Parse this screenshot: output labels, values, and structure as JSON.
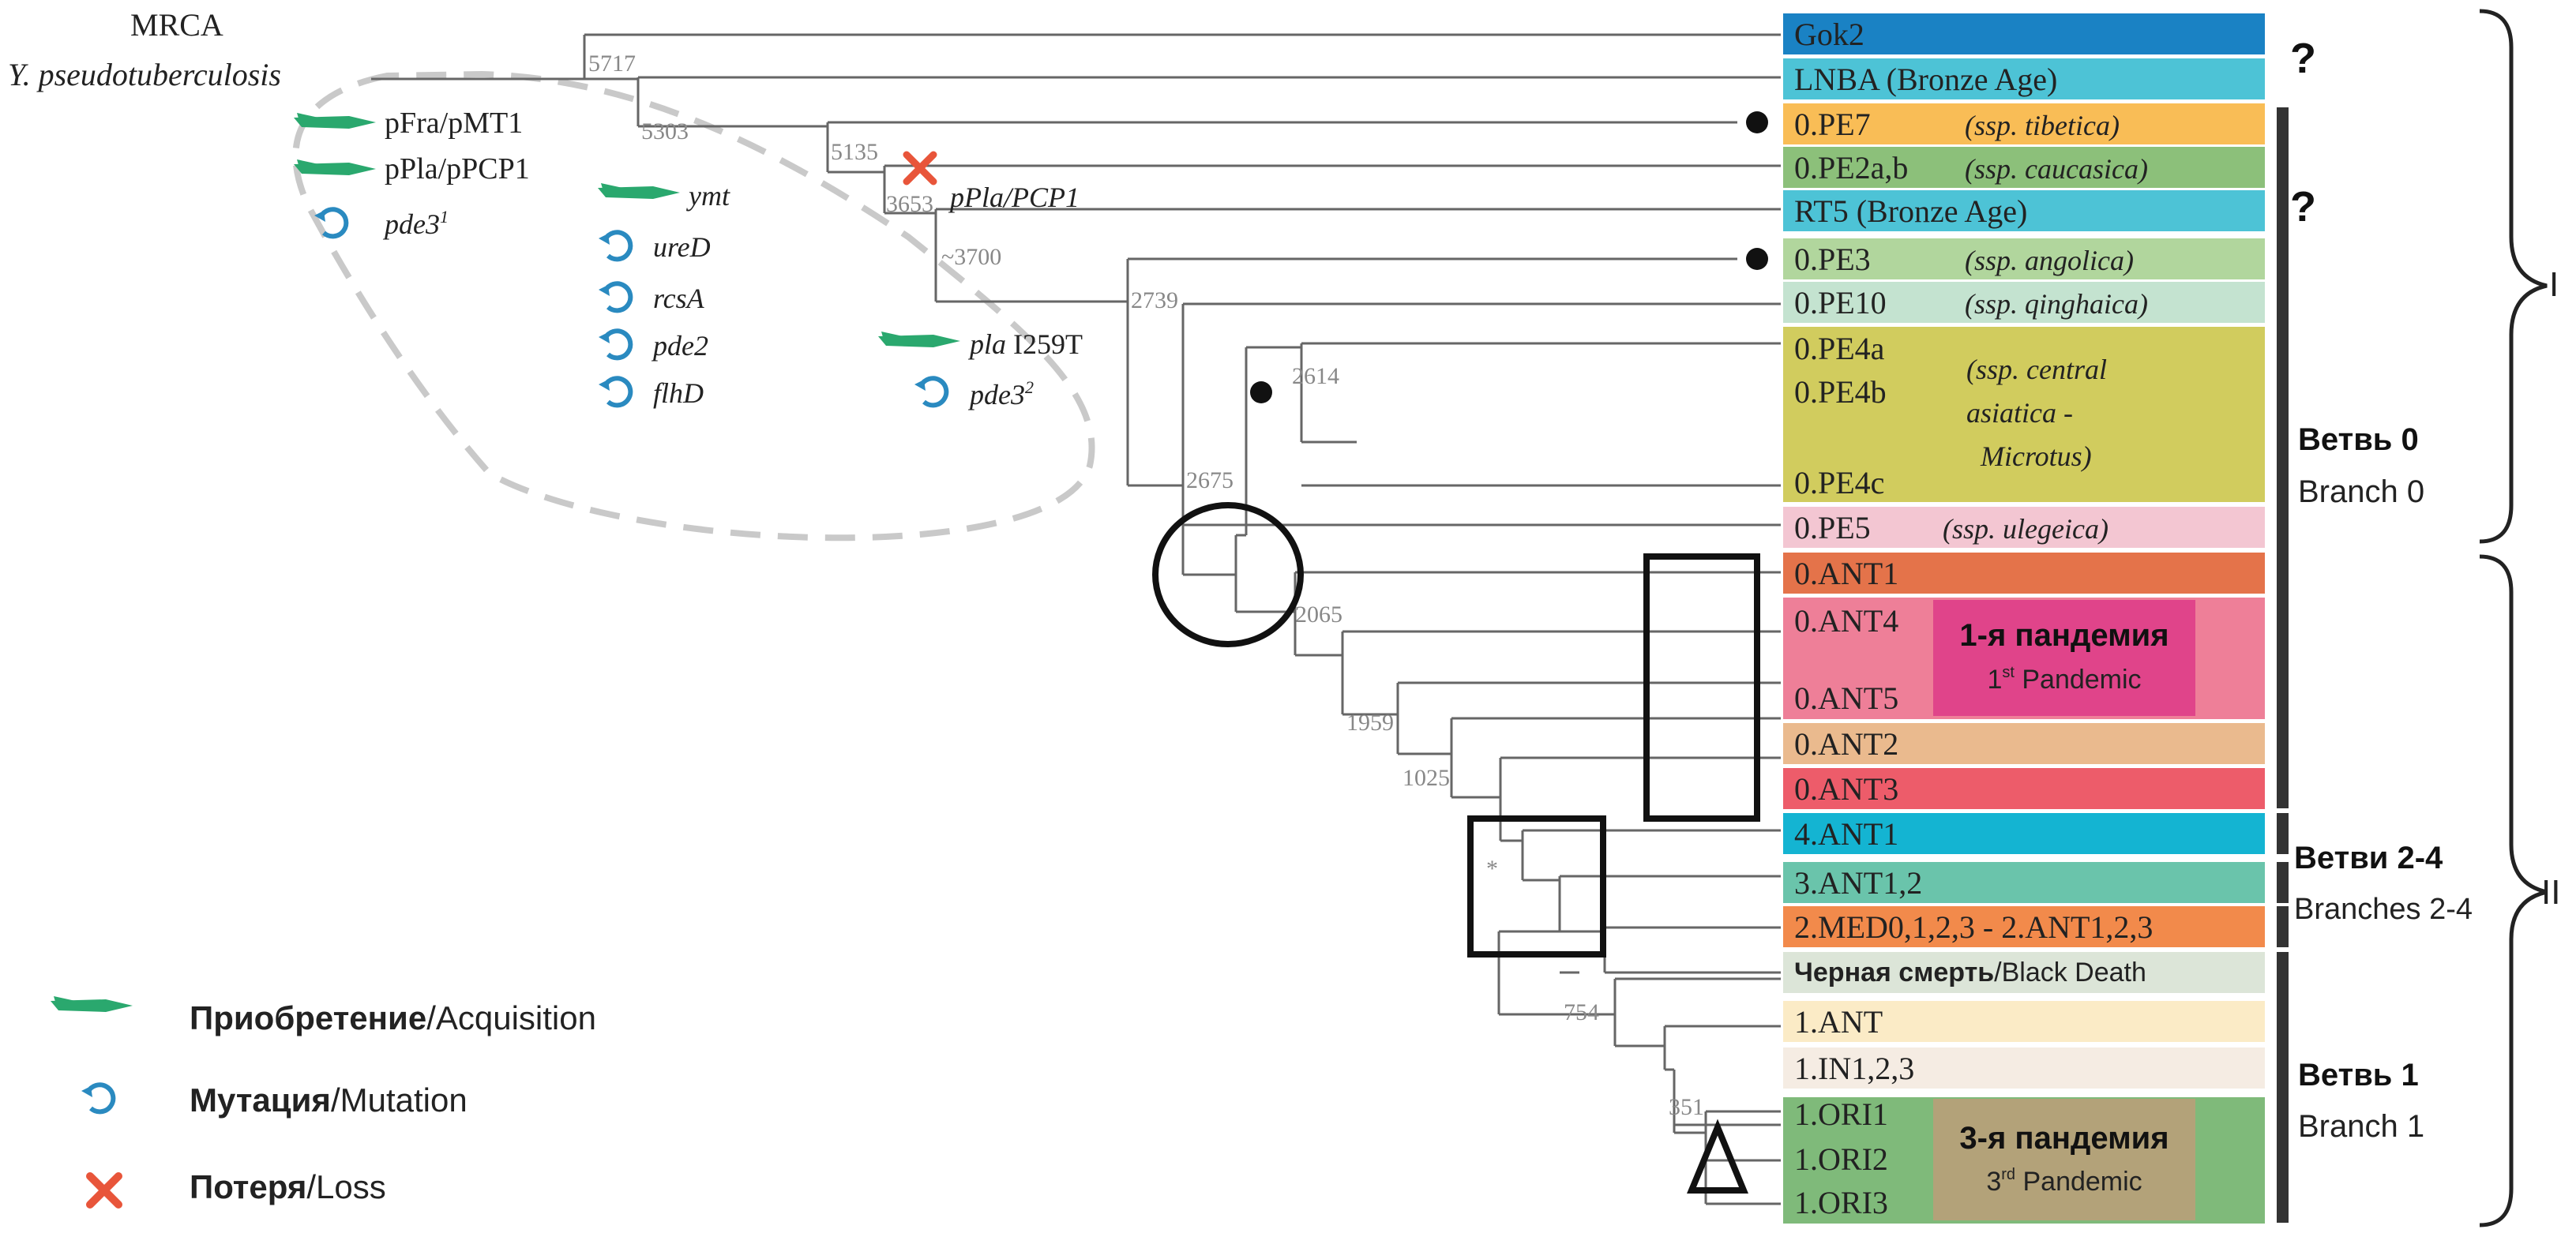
{
  "root": {
    "title": "MRCA",
    "subtitle": "Y. pseudotuberculosis"
  },
  "node_ages": {
    "n5717": "5717",
    "n5303": "5303",
    "n5135": "5135",
    "n3653": "3653",
    "n3700": "~3700",
    "n2739": "2739",
    "n2614": "2614",
    "n2675": "2675",
    "n2065": "2065",
    "n1959": "1959",
    "n1025": "1025",
    "star": "*",
    "n754": "754",
    "n351": "351"
  },
  "events": {
    "root": {
      "acq1": "pFra/pMT1",
      "acq2": "pPla/pPCP1",
      "mut1": "pde3",
      "mut1_sup": "1"
    },
    "node5303": {
      "acq": "ymt",
      "mutations": [
        "ureD",
        "rcsA",
        "pde2",
        "flhD"
      ]
    },
    "node3700": {
      "acq": "pla",
      "acq_suffix": "I259T",
      "mut": "pde3",
      "mut_sup": "2"
    },
    "loss": "pPla/PCP1"
  },
  "lineages": [
    {
      "name": "Gok2",
      "ssp": "",
      "color": "#1a82c4",
      "name_color": "#333333"
    },
    {
      "name": "LNBA (Bronze Age)",
      "ssp": "",
      "color": "#4dc3d6",
      "name_color": "#d9303a"
    },
    {
      "name": "0.PE7",
      "ssp": "(ssp. tibetica)",
      "color": "#f9bd56",
      "name_color": "#222222"
    },
    {
      "name": "0.PE2a,b",
      "ssp": "(ssp. caucasica)",
      "color": "#8cc07a",
      "name_color": "#222222"
    },
    {
      "name": "RT5 (Bronze Age)",
      "ssp": "",
      "color": "#4dc3d6",
      "name_color": "#d9303a"
    },
    {
      "name": "0.PE3",
      "ssp": "(ssp. angolica)",
      "color": "#b1d69d",
      "name_color": "#222222"
    },
    {
      "name": "0.PE10",
      "ssp": "(ssp. qinghaica)",
      "color": "#c4e3d0",
      "name_color": "#222222"
    },
    {
      "name": "0.PE4a",
      "ssp": "",
      "color": "#d1cc5e",
      "name_color": "#222222"
    },
    {
      "name": "0.PE4b",
      "ssp": "",
      "color": "",
      "name_color": "#222222"
    },
    {
      "name": "0.PE4c",
      "ssp": "",
      "color": "",
      "name_color": "#222222"
    },
    {
      "name": "0.PE5",
      "ssp": "(ssp. ulegeica)",
      "color": "#f3c6d2",
      "name_color": "#222222"
    },
    {
      "name": "0.ANT1",
      "ssp": "",
      "color": "#e4734a",
      "name_color": "#222222"
    },
    {
      "name": "0.ANT4",
      "ssp": "",
      "color": "#ee7f98",
      "name_color": "#222222"
    },
    {
      "name": "0.ANT5",
      "ssp": "",
      "color": "",
      "name_color": "#222222"
    },
    {
      "name": "0.ANT2",
      "ssp": "",
      "color": "#eaba8e",
      "name_color": "#222222"
    },
    {
      "name": "0.ANT3",
      "ssp": "",
      "color": "#ed5c6a",
      "name_color": "#222222"
    },
    {
      "name": "4.ANT1",
      "ssp": "",
      "color": "#14b4d2",
      "name_color": "#222222"
    },
    {
      "name": "3.ANT1,2",
      "ssp": "",
      "color": "#6ac4ab",
      "name_color": "#222222"
    },
    {
      "name": "2.MED0,1,2,3 - 2.ANT1,2,3",
      "ssp": "",
      "color": "#f28a4b",
      "name_color": "#222222"
    },
    {
      "name": "Черная смерть",
      "name_suffix": "/Black Death",
      "ssp": "",
      "color": "#dce5d8",
      "name_color": "#222222"
    },
    {
      "name": "1.ANT",
      "ssp": "",
      "color": "#fbebc6",
      "name_color": "#222222"
    },
    {
      "name": "1.IN1,2,3",
      "ssp": "",
      "color": "#f5ece3",
      "name_color": "#222222"
    },
    {
      "name": "1.ORI1",
      "ssp": "",
      "color": "#7fba7a",
      "name_color": "#222222"
    },
    {
      "name": "1.ORI2",
      "ssp": "",
      "color": "",
      "name_color": "#222222"
    },
    {
      "name": "1.ORI3",
      "ssp": "",
      "color": "",
      "name_color": "#222222"
    }
  ],
  "pe4_ssp": [
    "(ssp. central",
    "asiatica -",
    "Microtus)"
  ],
  "pandemics": {
    "first": {
      "ru": "1-я пандемия",
      "en_pre": "1",
      "en_sup": "st",
      "en_post": " Pandemic",
      "color": "#e0448a"
    },
    "third": {
      "ru": "3-я пандемия",
      "en_pre": "3",
      "en_sup": "rd",
      "en_post": " Pandemic",
      "color": "#b3a279"
    }
  },
  "question_marks": [
    "?",
    "?"
  ],
  "branches": [
    {
      "ru": "Ветвь 0",
      "en": "Branch 0"
    },
    {
      "ru": "Ветви 2-4",
      "en": "Branches 2-4"
    },
    {
      "ru": "Ветвь 1",
      "en": "Branch 1"
    }
  ],
  "groups": [
    "I",
    "II"
  ],
  "legend": [
    {
      "icon": "acquisition-icon",
      "ru": "Приобретение",
      "en": "/Acquisition"
    },
    {
      "icon": "mutation-icon",
      "ru": "Мутация",
      "en": "/Mutation"
    },
    {
      "icon": "loss-icon",
      "ru": "Потеря",
      "en": "/Loss"
    }
  ],
  "colors": {
    "acquisition": "#2aa86e",
    "mutation": "#2a8ac0",
    "loss": "#e8553a",
    "tree": "#666666",
    "branch_bar": "#333333"
  }
}
